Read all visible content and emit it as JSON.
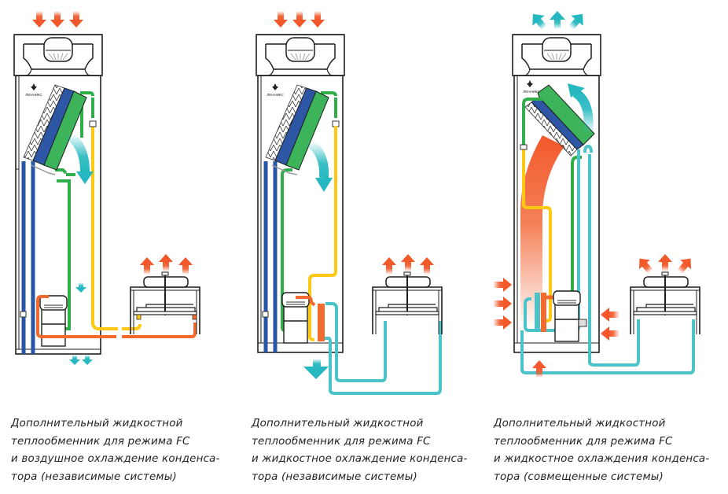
{
  "title": "Варианты схем: дополнительный жидкостной теплообменник для режима FC",
  "brand_label": "ЛЕННИКС",
  "colors": {
    "outline": "#1f1f1f",
    "blue_pipe": "#2856a6",
    "green_pipe": "#2fae4a",
    "yellow_pipe": "#ffc913",
    "orange_pipe": "#f26a2e",
    "teal_pipe": "#4cc3c8",
    "hot_air": "#f2582a",
    "cold_air": "#26b8c0",
    "coil_blue": "#2d56a5",
    "coil_green": "#3db45a"
  },
  "panels": [
    {
      "id": "fc-air-cooled",
      "caption_lines": [
        "Дополнительный жидкостной",
        "теплообменник для режима FC",
        "и воздушное охлаждение конденса-",
        "тора (независимые системы)"
      ],
      "airflow_in": "top",
      "condenser_loop": "air-cooled (refrigerant)"
    },
    {
      "id": "fc-liquid-cooled-independent",
      "caption_lines": [
        "Дополнительный жидкостной",
        "теплообменник для режима FC",
        "и жидкостное охлаждение конденса-",
        "тора (независимые системы)"
      ],
      "airflow_in": "top",
      "condenser_loop": "liquid-cooled (glycol)"
    },
    {
      "id": "fc-liquid-cooled-combined",
      "caption_lines": [
        "Дополнительный жидкостной",
        "теплообменник для режима FC",
        "и жидкостное охлаждения конденса-",
        "тора (совмещенные системы)"
      ],
      "airflow_in": "bottom",
      "condenser_loop": "liquid-cooled (combined glycol)"
    }
  ]
}
